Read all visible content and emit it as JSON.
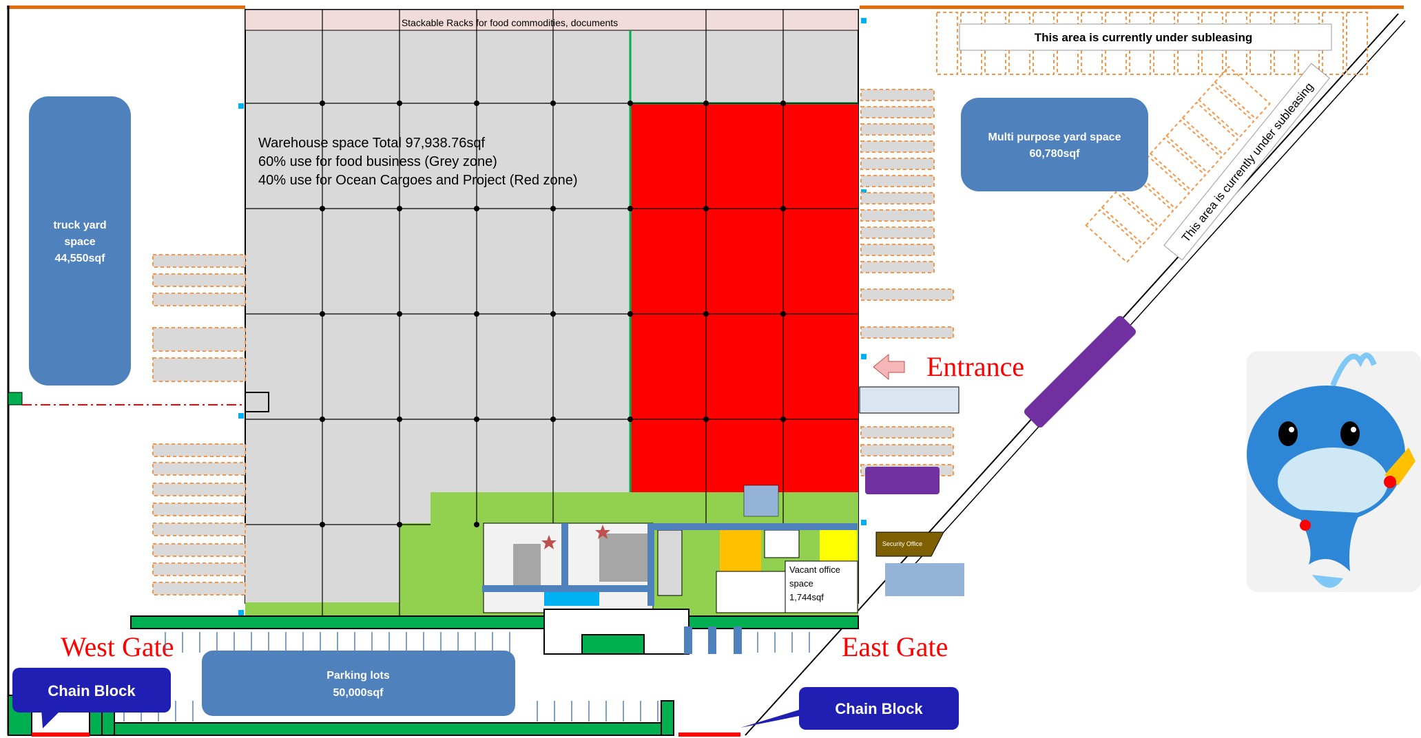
{
  "rack_header": "Stackable Racks for food commodities,  documents",
  "warehouse_info": {
    "line1": "Warehouse space Total 97,938.76sqf",
    "line2": "60% use for food business (Grey zone)",
    "line3": "40% use for Ocean Cargoes and Project (Red zone)"
  },
  "truck_yard": {
    "line1": "truck yard",
    "line2": "space",
    "line3": "44,550sqf"
  },
  "multi_purpose": {
    "line1": "Multi purpose  yard space",
    "line2": "60,780sqf"
  },
  "sublease_top": "This area is currently under subleasing",
  "sublease_diagonal": "This area is currently under subleasing",
  "entrance": "Entrance",
  "west_gate": "West Gate",
  "east_gate": "East Gate",
  "parking": {
    "line1": "Parking lots",
    "line2": "50,000sqf"
  },
  "chain_block_left": "Chain Block",
  "chain_block_right": "Chain Block",
  "vacant_office": {
    "line1": "Vacant office",
    "line2": "space",
    "line3": "1,744sqf"
  },
  "security_office": "Security Office",
  "colors": {
    "grey_zone": "#d9d9d9",
    "red_zone": "#ff0000",
    "green_area": "#92d050",
    "blue_box": "#4f81bd",
    "navy_box": "#1f1fb3",
    "purple": "#7030a0",
    "orange_dash": "#f79646",
    "gate_red": "#ff0000"
  }
}
